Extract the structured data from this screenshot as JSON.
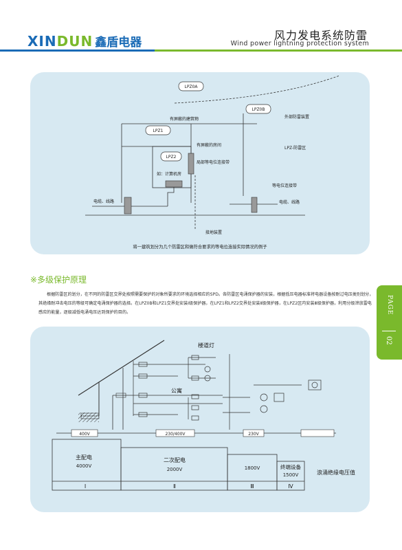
{
  "header": {
    "logo_latin_1": "XIN",
    "logo_latin_2": "DUN",
    "logo_cn": "鑫盾电器",
    "title_cn": "风力发电系统防雷",
    "title_en": "Wind power lightning protection system"
  },
  "diagram1": {
    "zone_lpz0a": "LPZ0A",
    "zone_lpz0b": "LPZ0B",
    "zone_lpz1": "LPZ1",
    "zone_lpz2": "LPZ2",
    "label_shielded_building": "有屏蔽的建筑物",
    "label_external_protection": "外部防雷装置",
    "label_shielded_room": "有屏蔽的房间",
    "label_lpz_zone": "LPZ-防雷区",
    "label_local_bonding": "局部等电位连接带",
    "label_computer_room": "如：计算机房",
    "label_bonding_bar": "等电位连接带",
    "label_cable_left": "电缆、线路",
    "label_cable_right": "电缆、线路",
    "label_grounding": "接地装置",
    "caption": "将一建筑划分为几个防雷区和做符合要求的等电位连接实际情况的例子"
  },
  "section": {
    "title": "※多级保护原理",
    "paragraph": "根据防雷区的划分，在不同的防雷区交界处按照需要保护的对象所要求的环境选择相应的SPD。各防雷区电涌保护器的安装，根据低压电器标准将电器设备按耐过电压类别划分，其绝缘耐冲击电压的等级可确定电涌保护器的选择。在LPZ0B和LPZ1交界处安装Ⅰ级保护器，在LPZ1和LPZ2交界处安装Ⅱ级保护器，在LPZ2区内安装Ⅲ级保护器，利用分级泄放雷电感应的能量，逐级减低电涌电压达到保护的目的。"
  },
  "page_tab": {
    "label": "PAGE",
    "number": "02"
  },
  "diagram2": {
    "label_stair_light": "楼道灯",
    "label_apartment": "公寓",
    "voltage_400": "400V",
    "voltage_230_400": "230/400V",
    "voltage_230": "230V",
    "main_dist_title": "主配电",
    "main_dist_value": "4000V",
    "secondary_dist_title": "二次配电",
    "secondary_dist_value": "2000V",
    "third_value": "1800V",
    "terminal_title": "终端设备",
    "terminal_value": "1500V",
    "withstand_label": "浪涌绝缘电压值",
    "class_1": "Ⅰ",
    "class_2": "Ⅱ",
    "class_3": "Ⅲ",
    "class_4": "Ⅳ"
  },
  "colors": {
    "brand_blue": "#1a6bb6",
    "brand_green": "#7ab92c",
    "panel_bg": "#d7e9f2"
  }
}
